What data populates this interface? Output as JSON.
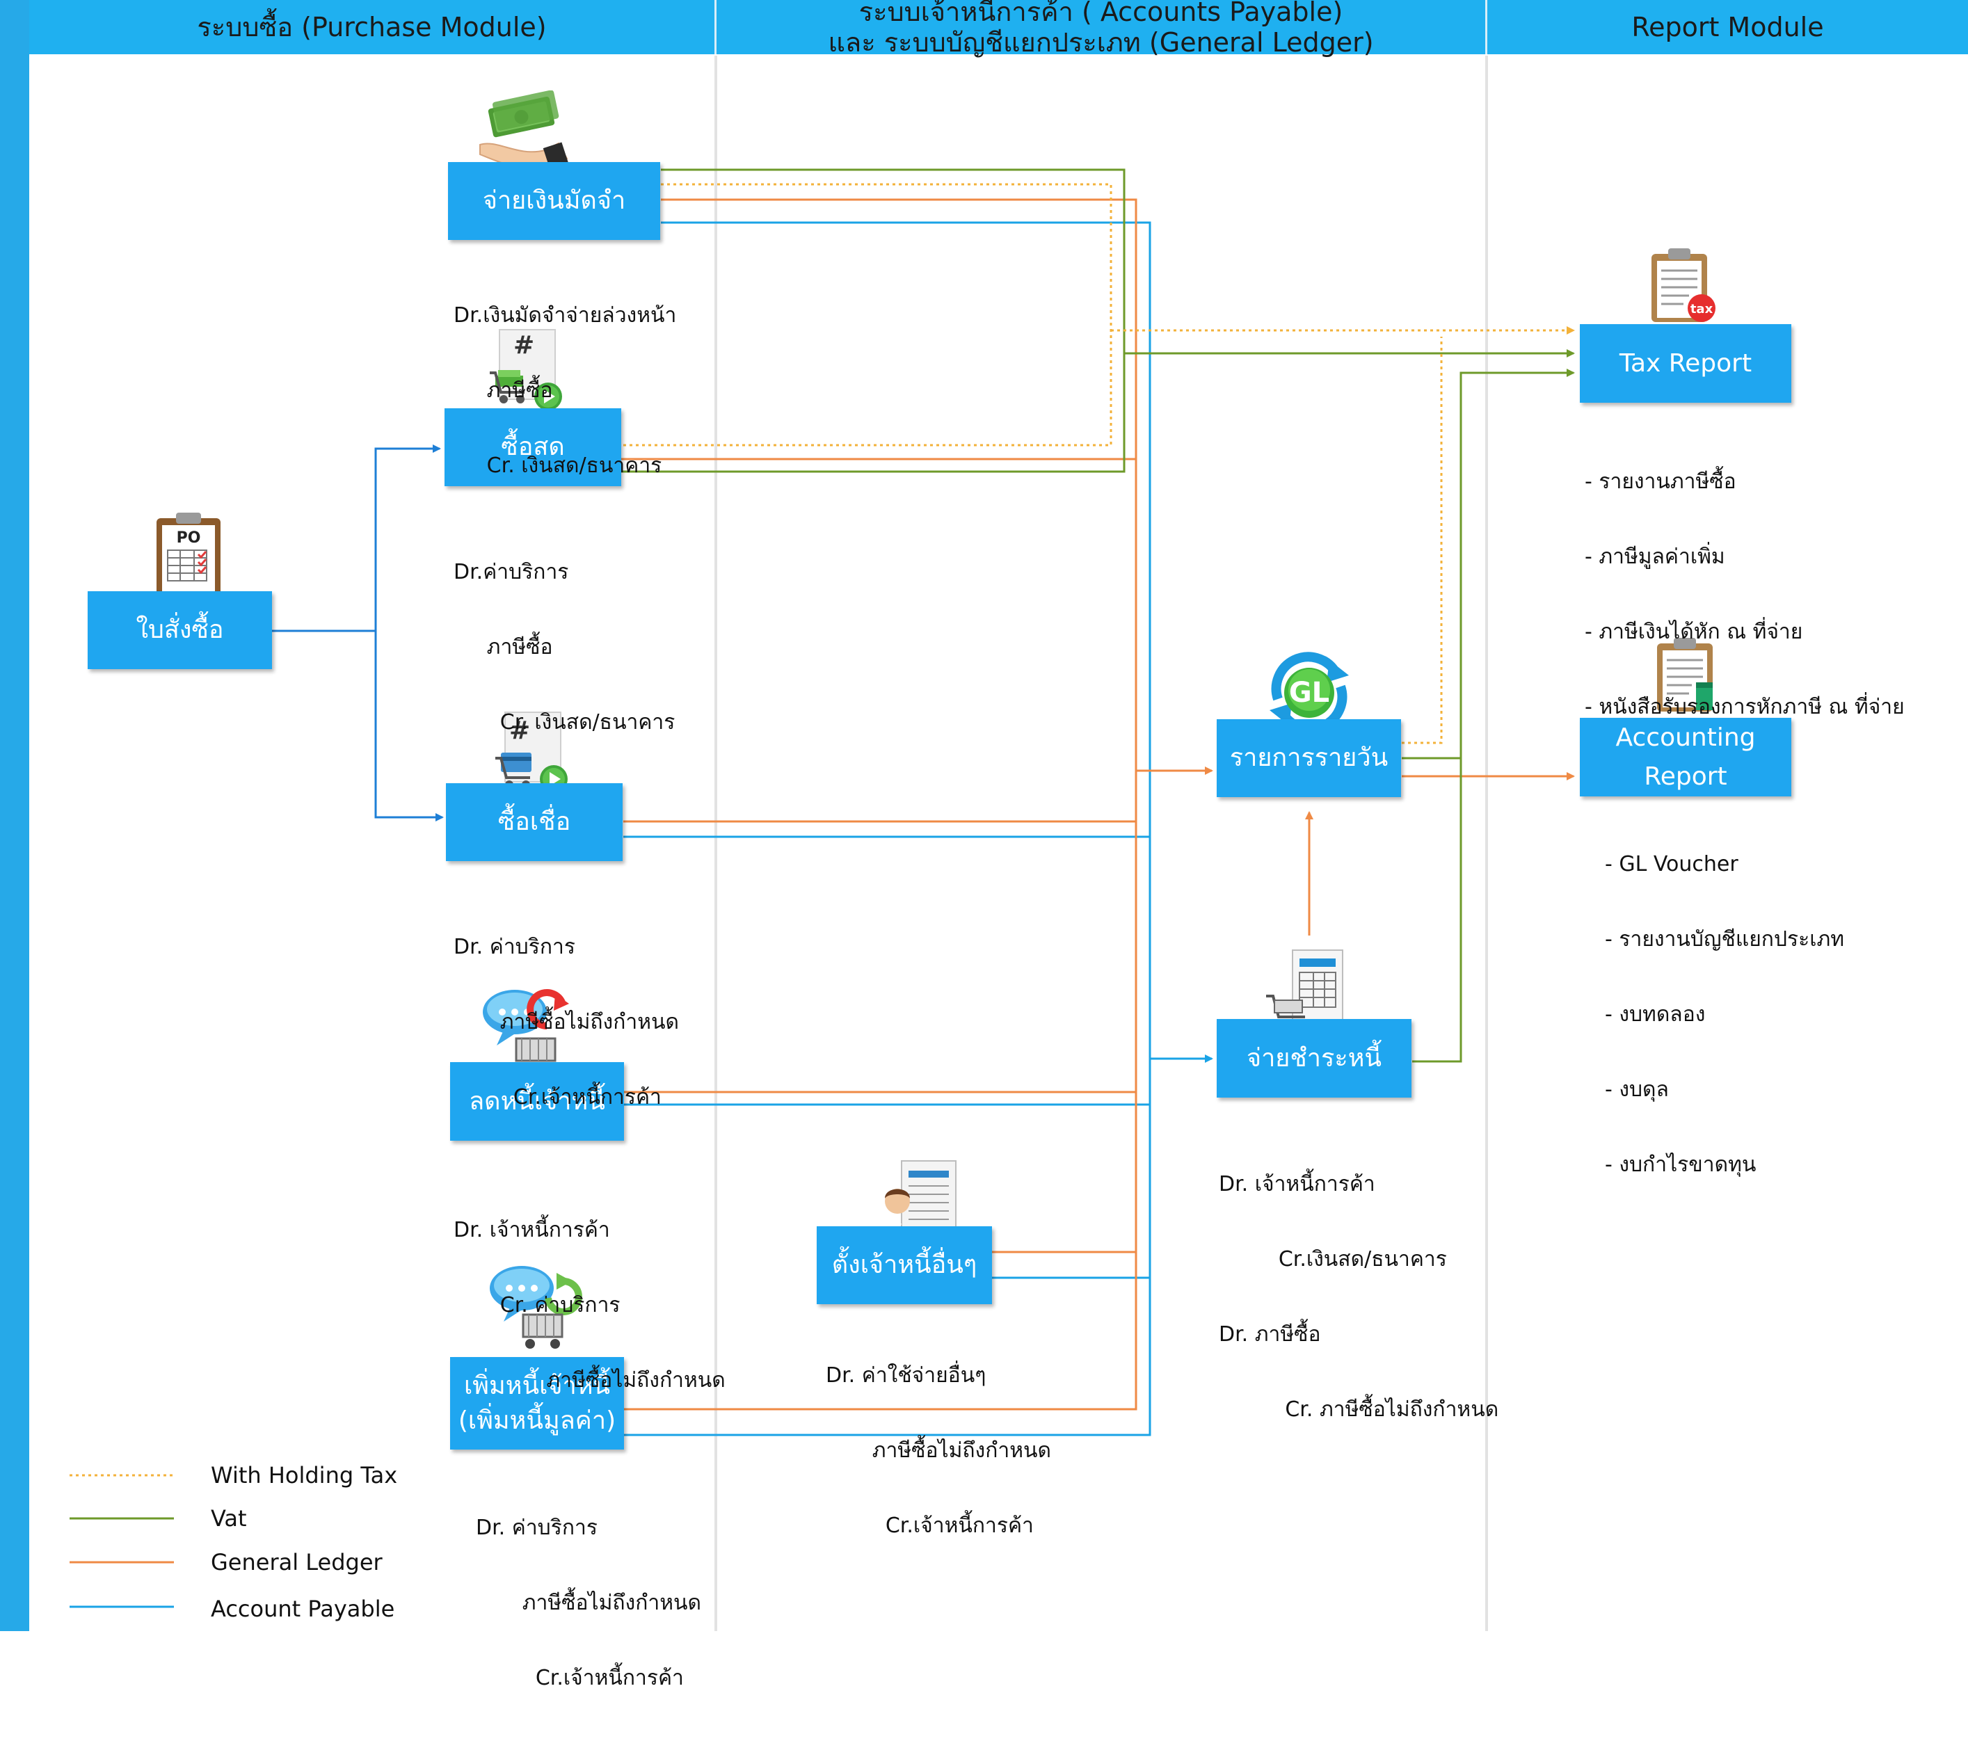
{
  "lanes": {
    "purchase": "ระบบซื้อ (Purchase Module)",
    "ap_line1": "ระบบเจ้าหนี้การค้า ( Accounts Payable)",
    "ap_line2": "และ ระบบบัญชีแยกประเภท (General Ledger)",
    "report": "Report Module"
  },
  "boxes": {
    "po": "ใบสั่งซื้อ",
    "deposit": "จ่ายเงินมัดจำ",
    "cash_purchase": "ซื้อสด",
    "credit_purchase": "ซื้อเชื่อ",
    "debit_note": "ลดหนี้เจ้าหนี้",
    "credit_note_line1": "เพิ่มหนี้เจ้าหนี้",
    "credit_note_line2": "(เพิ่มหนี้มูลค่า)",
    "other_payable": "ตั้งเจ้าหนี้อื่นๆ",
    "journal": "รายการรายวัน",
    "payment": "จ่ายชำระหนี้",
    "tax_report": "Tax Report",
    "acc_report_line1": "Accounting",
    "acc_report_line2": "Report"
  },
  "icons": {
    "po": "po-clipboard-icon",
    "deposit": "money-hand-icon",
    "cash_purchase": "cart-document-play-icon",
    "credit_purchase": "card-document-play-icon",
    "debit_note": "chat-cart-return-icon",
    "credit_note": "chat-cart-add-icon",
    "other_payable": "businessman-document-icon",
    "journal": "gl-refresh-icon",
    "payment": "cart-invoice-icon",
    "tax_report": "tax-clipboard-icon",
    "acc_report": "report-clipboard-icon",
    "po_label": "PO",
    "gl_label": "GL",
    "tax_label": "tax"
  },
  "notes": {
    "deposit": [
      "Dr.เงินมัดจำจ่ายล่วงหน้า",
      "     ภาษีซื้อ",
      "     Cr. เงินสด/ธนาคาร"
    ],
    "cash_purchase": [
      "Dr.ค่าบริการ",
      "     ภาษีซื้อ",
      "       Cr. เงินสด/ธนาคาร"
    ],
    "credit_purchase": [
      "Dr. ค่าบริการ",
      "       ภาษีซื้อไม่ถึงกำหนด",
      "         Cr.เจ้าหนี้การค้า"
    ],
    "debit_note": [
      "Dr. เจ้าหนี้การค้า",
      "       Cr. ค่าบริการ",
      "              ภาษีซื้อไม่ถึงกำหนด"
    ],
    "credit_note": [
      "Dr. ค่าบริการ",
      "       ภาษีซื้อไม่ถึงกำหนด",
      "         Cr.เจ้าหนี้การค้า"
    ],
    "other_payable": [
      "Dr. ค่าใช้จ่ายอื่นๆ",
      "       ภาษีซื้อไม่ถึงกำหนด",
      "         Cr.เจ้าหนี้การค้า"
    ],
    "payment": [
      "Dr. เจ้าหนี้การค้า",
      "         Cr.เงินสด/ธนาคาร",
      "Dr. ภาษีซื้อ",
      "          Cr. ภาษีซื้อไม่ถึงกำหนด"
    ],
    "tax_report": [
      "- รายงานภาษีซื้อ",
      "- ภาษีมูลค่าเพิ่ม",
      "- ภาษีเงินได้หัก ณ ที่จ่าย",
      "- หนังสือรับรองการหักภาษี ณ ที่จ่าย"
    ],
    "acc_report": [
      "- GL Voucher",
      "- รายงานบัญชีแยกประเภท",
      "- งบทดลอง",
      "- งบดุล",
      "- งบกำไรขาดทุน"
    ]
  },
  "legend": [
    {
      "label": "With Holding Tax",
      "color": "#f3b23a",
      "style": "dotted"
    },
    {
      "label": "Vat",
      "color": "#6e9a2a",
      "style": "solid"
    },
    {
      "label": "General Ledger",
      "color": "#ef8a45",
      "style": "solid"
    },
    {
      "label": "Account Payable",
      "color": "#1aa3e6",
      "style": "solid"
    }
  ],
  "colors": {
    "box": "#1fa6f0",
    "header": "#1fb0f0",
    "po_flow": "#1e7fd6"
  }
}
